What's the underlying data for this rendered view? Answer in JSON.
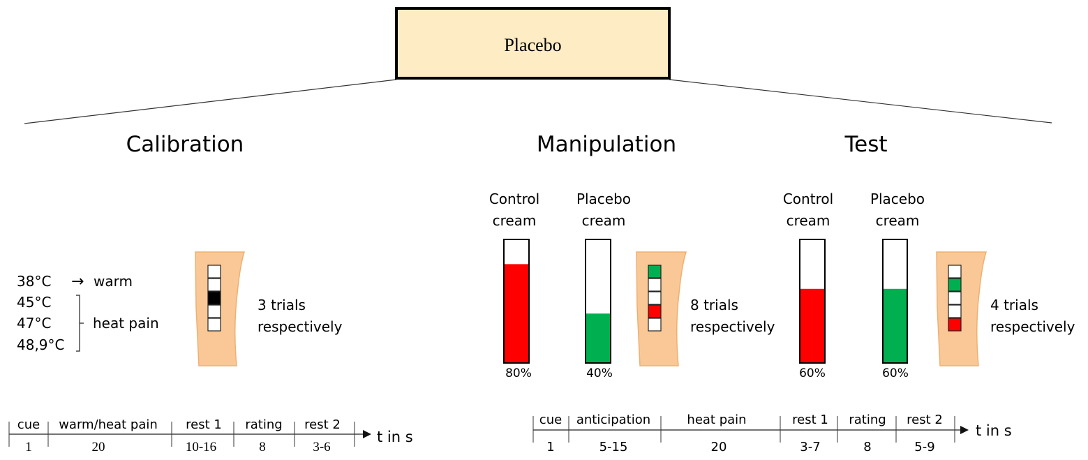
{
  "root": {
    "label": "Placebo"
  },
  "phases": {
    "calibration": "Calibration",
    "manipulation": "Manipulation",
    "test": "Test"
  },
  "calibration": {
    "temps": [
      "38°C",
      "45°C",
      "47°C",
      "48,9°C"
    ],
    "warm_arrow": "→",
    "warm_label": "warm",
    "heat_pain_label": "heat pain",
    "trials": [
      "3 trials",
      "respectively"
    ],
    "arm_squares": [
      "white",
      "white",
      "black",
      "white",
      "white"
    ],
    "timeline": {
      "segments": [
        {
          "label": "cue",
          "duration": "1"
        },
        {
          "label": "warm/heat pain",
          "duration": "20"
        },
        {
          "label": "rest 1",
          "duration": "10-16"
        },
        {
          "label": "rating",
          "duration": "8"
        },
        {
          "label": "rest 2",
          "duration": "3-6"
        }
      ],
      "axis_label": "t in s"
    }
  },
  "manipulation": {
    "creams": [
      {
        "label": [
          "Control",
          "cream"
        ],
        "percent": "80%",
        "fill": 0.8,
        "color": "#ff0000"
      },
      {
        "label": [
          "Placebo",
          "cream"
        ],
        "percent": "40%",
        "fill": 0.4,
        "color": "#00b050"
      }
    ],
    "trials": [
      "8 trials",
      "respectively"
    ],
    "arm_squares": [
      "green",
      "white",
      "white",
      "red",
      "white"
    ],
    "timeline": {
      "segments": [
        {
          "label": "cue",
          "duration": "1"
        },
        {
          "label": "anticipation",
          "duration": "5-15"
        },
        {
          "label": "heat pain",
          "duration": "20"
        },
        {
          "label": "rest 1",
          "duration": "3-7"
        },
        {
          "label": "rating",
          "duration": "8"
        },
        {
          "label": "rest 2",
          "duration": "5-9"
        }
      ],
      "axis_label": "t in s"
    }
  },
  "test": {
    "creams": [
      {
        "label": [
          "Control",
          "cream"
        ],
        "percent": "60%",
        "fill": 0.6,
        "color": "#ff0000"
      },
      {
        "label": [
          "Placebo",
          "cream"
        ],
        "percent": "60%",
        "fill": 0.6,
        "color": "#00b050"
      }
    ],
    "trials": [
      "4 trials",
      "respectively"
    ],
    "arm_squares": [
      "white",
      "green",
      "white",
      "white",
      "red"
    ]
  },
  "colors": {
    "box_fill": "#fdecc4",
    "arm": "#f9c896",
    "arm_edge": "#eeb071",
    "red": "#ff0000",
    "green": "#00b050",
    "black": "#000000"
  }
}
